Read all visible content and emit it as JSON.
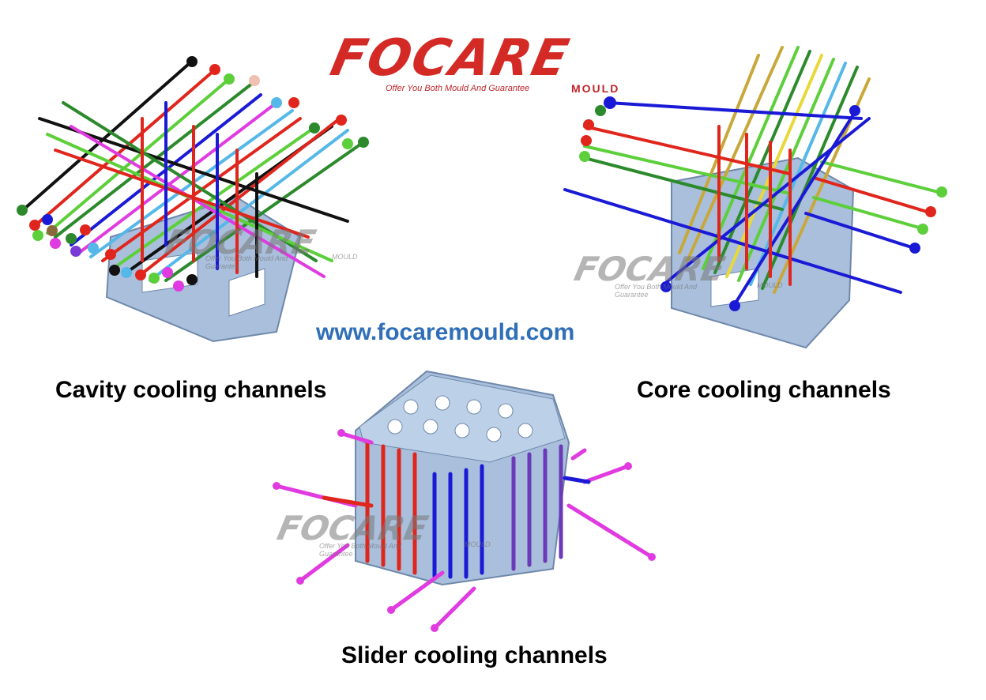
{
  "brand": {
    "name": "FOCARE",
    "sub": "MOULD",
    "tagline": "Offer You Both Mould  And  Guarantee"
  },
  "website": "www.focaremould.com",
  "captions": {
    "cavity": "Cavity cooling channels",
    "core": "Core cooling channels",
    "slider": "Slider cooling channels"
  },
  "watermark": {
    "name": "FOCARE",
    "sub": "MOULD",
    "tagline": "Offer You Both Mould  And  Guarantee"
  },
  "colors": {
    "brand_red": "#d42a26",
    "url_blue": "#2f6fb7",
    "mould_body": "#9fb8d8",
    "pipe_blue": "#1a1ad6",
    "pipe_red": "#e0261c",
    "pipe_green": "#5ccf3a",
    "pipe_magenta": "#e03be0",
    "pipe_cyan": "#55b8e8",
    "pipe_yellow": "#e8d83a",
    "pipe_black": "#111111"
  }
}
